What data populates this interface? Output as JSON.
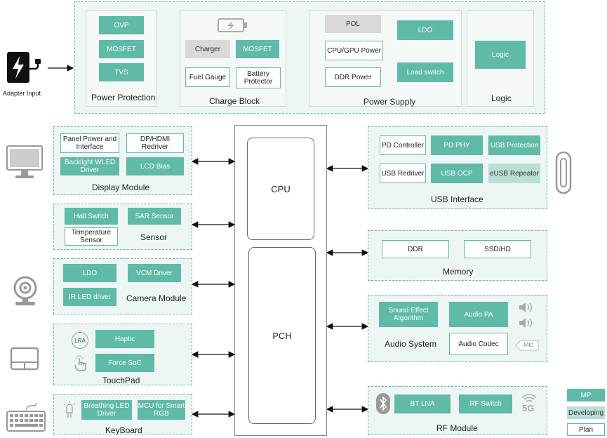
{
  "adapter": {
    "label": "Adapter Input"
  },
  "power_protection": {
    "ovp": "OVP",
    "mosfet": "MOSFET",
    "tvs": "TVS",
    "title": "Power Protection"
  },
  "charge_block": {
    "charger": "Charger",
    "mosfet": "MOSFET",
    "fuel_gauge": "Fuel Gauge",
    "battery_protector": "Battery Protector",
    "title": "Charge Block"
  },
  "power_supply": {
    "pol": "POL",
    "cpu_gpu_power": "CPU/GPU Power",
    "ddr_power": "DDR Power",
    "ldo": "LDO",
    "load_switch": "Load switch",
    "title": "Power Supply"
  },
  "logic": {
    "logic_box": "Logic",
    "title": "Logic"
  },
  "display": {
    "panel_power": "Panel Power and Interface",
    "dp_hdmi": "DP/HDMI Redriver",
    "backlight": "Backlight WLED Driver",
    "lcd_bias": "LCD Bias",
    "title": "Display Module"
  },
  "sensor": {
    "hall": "Hall Switch",
    "sar": "SAR Sensor",
    "temperature": "Temperature Sensor",
    "title": "Sensor"
  },
  "camera": {
    "ldo": "LDO",
    "vcm": "VCM Driver",
    "ir_led": "IR LED driver",
    "title": "Camera Module"
  },
  "touchpad": {
    "lra": "LRA",
    "haptic": "Haptic",
    "force_soc": "Force SoC",
    "title": "TouchPad"
  },
  "keyboard": {
    "breathing_led": "Breathing LED Driver",
    "mcu": "MCU for Smart RGB",
    "title": "KeyBoard"
  },
  "center": {
    "cpu": "CPU",
    "pch": "PCH"
  },
  "usb": {
    "pd_controller": "PD Controller",
    "pd_phy": "PD PHY",
    "usb_protection": "USB Protection",
    "usb_redriver": "USB Redriver",
    "usb_ocp": "USB OCP",
    "eusb_repeator": "eUSB Repeator",
    "title": "USB Interface"
  },
  "memory": {
    "ddr": "DDR",
    "ssd": "SSD/HD",
    "title": "Memory"
  },
  "audio": {
    "sound_effect": "Sound Effect Algorithm",
    "audio_pa": "Audio PA",
    "audio_codec": "Audio Codec",
    "mic": "Mic",
    "title": "Audio System"
  },
  "rf": {
    "bt_lna": "BT LNA",
    "rf_switch": "RF Switch",
    "five_g": "5G",
    "title": "RF Module"
  },
  "legend": {
    "mp": "MP",
    "developing": "Developing",
    "plan": "Plan"
  },
  "colors": {
    "mp": "#5fbaa7",
    "developing": "#b9e0d8",
    "plan_border": "#5fbaa7",
    "dashed_border": "#5fb8a8",
    "panel_bg": "#eef6f4"
  }
}
